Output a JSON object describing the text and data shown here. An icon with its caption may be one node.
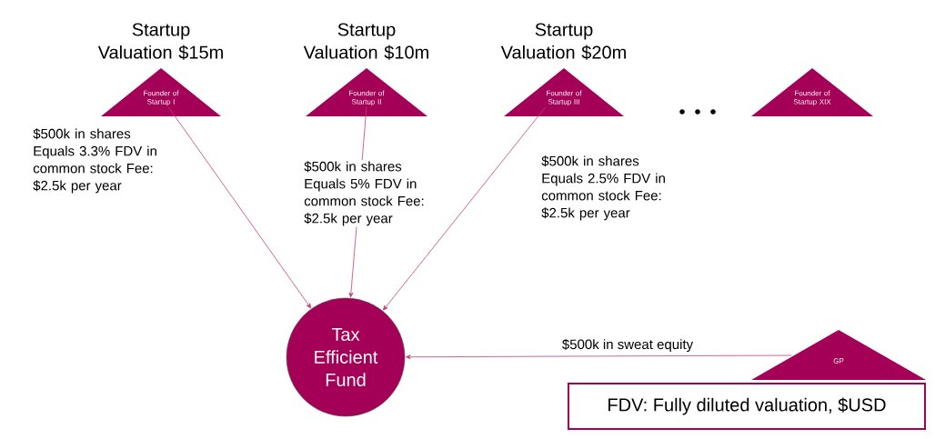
{
  "diagram": {
    "nodes": [
      {
        "text": [
          "Founder of Startup I"
        ],
        "beside": [
          "Startup Valuation $15m"
        ]
      },
      {
        "text": [
          "Founder of Startup II"
        ],
        "beside": [
          "Startup Valuation $10m"
        ]
      },
      {
        "text": [
          "Founder of Startup III"
        ],
        "beside": [
          "Startup Valuation $20m"
        ]
      },
      {
        "text": [
          "Founder of Startup XIX"
        ]
      },
      {
        "text": [
          "Tax Efficient Fund"
        ]
      },
      {
        "text": [
          "GP"
        ]
      }
    ],
    "edges": [
      {
        "from": 0,
        "to": 4,
        "arrow": "to",
        "label": "$500k in shares Equals 3.3% FDV in common stock Fee: $2.5k per year"
      },
      {
        "from": 1,
        "to": 4,
        "arrow": "to",
        "label": "$500k in shares Equals 5% FDV in common stock Fee: $2.5k per year"
      },
      {
        "from": 2,
        "to": 4,
        "arrow": "to",
        "label": "$500k in shares Equals 2.5% FDV in common stock Fee: $2.5k per year"
      },
      {
        "from": 5,
        "to": 4,
        "arrow": "to",
        "label": "$500k in sweat equity"
      }
    ],
    "labels": [
      "FDV: Fully diluted valuation, $USD"
    ]
  }
}
